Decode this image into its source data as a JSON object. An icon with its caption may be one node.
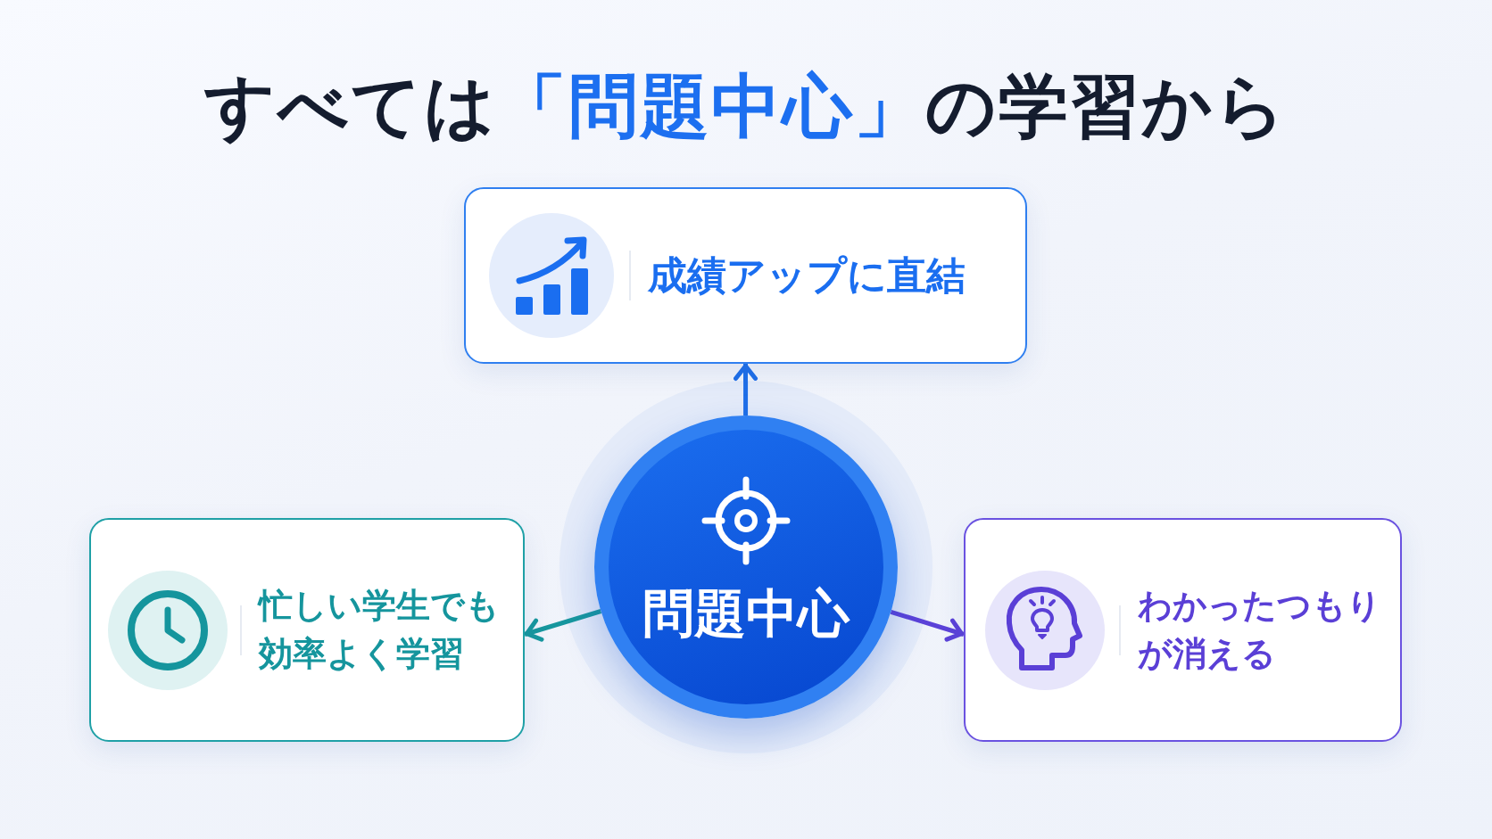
{
  "diagram": {
    "title": "すべては**「問題中心」**の学習から",
    "nodes": [
      {
        "text": [
          "成績アップに直結"
        ]
      },
      {
        "text": [
          "問題中心"
        ]
      },
      {
        "text": [
          "忙しい学生でも効率よく学習"
        ]
      },
      {
        "text": [
          "わかったつもりが消える"
        ]
      }
    ],
    "edges": [
      {
        "from": 1,
        "to": 0,
        "arrow": "to",
        "color": "#1f6fe8"
      },
      {
        "from": 1,
        "to": 2,
        "arrow": "to",
        "color": "#17979e"
      },
      {
        "from": 1,
        "to": 3,
        "arrow": "to",
        "color": "#5b42d8"
      }
    ]
  }
}
